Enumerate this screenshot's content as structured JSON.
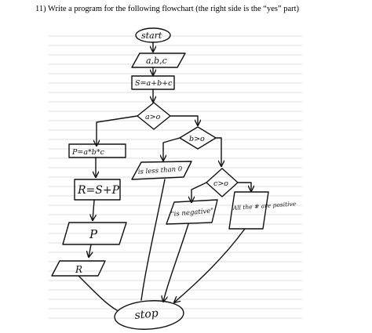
{
  "question": "11) Write a program for the following flowchart (the right side is the “yes” part)",
  "nodes": {
    "start": "start",
    "input": "a,b,c",
    "sum": "S=a+b+c",
    "cond_a": "a>o",
    "cond_b": "b>o",
    "cond_c": "c>o",
    "product": "P=a*b*c",
    "ratio": "R=S+P",
    "out_p": "P",
    "out_r": "R",
    "less_than": "is less than 0",
    "negative": "\"is negative\"",
    "all_positive": "All the # are positive",
    "stop": "stop"
  },
  "colors": {
    "ink": "#111111",
    "ruled_line": "#cfcfcf"
  }
}
